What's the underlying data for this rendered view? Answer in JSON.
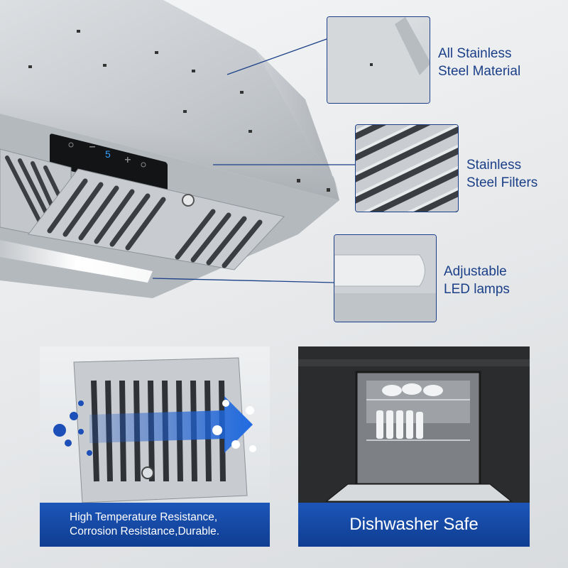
{
  "callouts": [
    {
      "line1": "All Stainless",
      "line2": "Steel Material"
    },
    {
      "line1": "Stainless",
      "line2": "Steel Filters"
    },
    {
      "line1": "Adjustable",
      "line2": "LED lamps"
    }
  ],
  "panels": {
    "filter_banner": {
      "line1": "High Temperature Resistance,",
      "line2": "Corrosion Resistance,Durable."
    },
    "dishwasher_banner": "Dishwasher Safe"
  },
  "control_panel": {
    "display": "5"
  },
  "colors": {
    "accent": "#1b3f88",
    "banner": "#1447a6",
    "led": "#ffffff"
  }
}
